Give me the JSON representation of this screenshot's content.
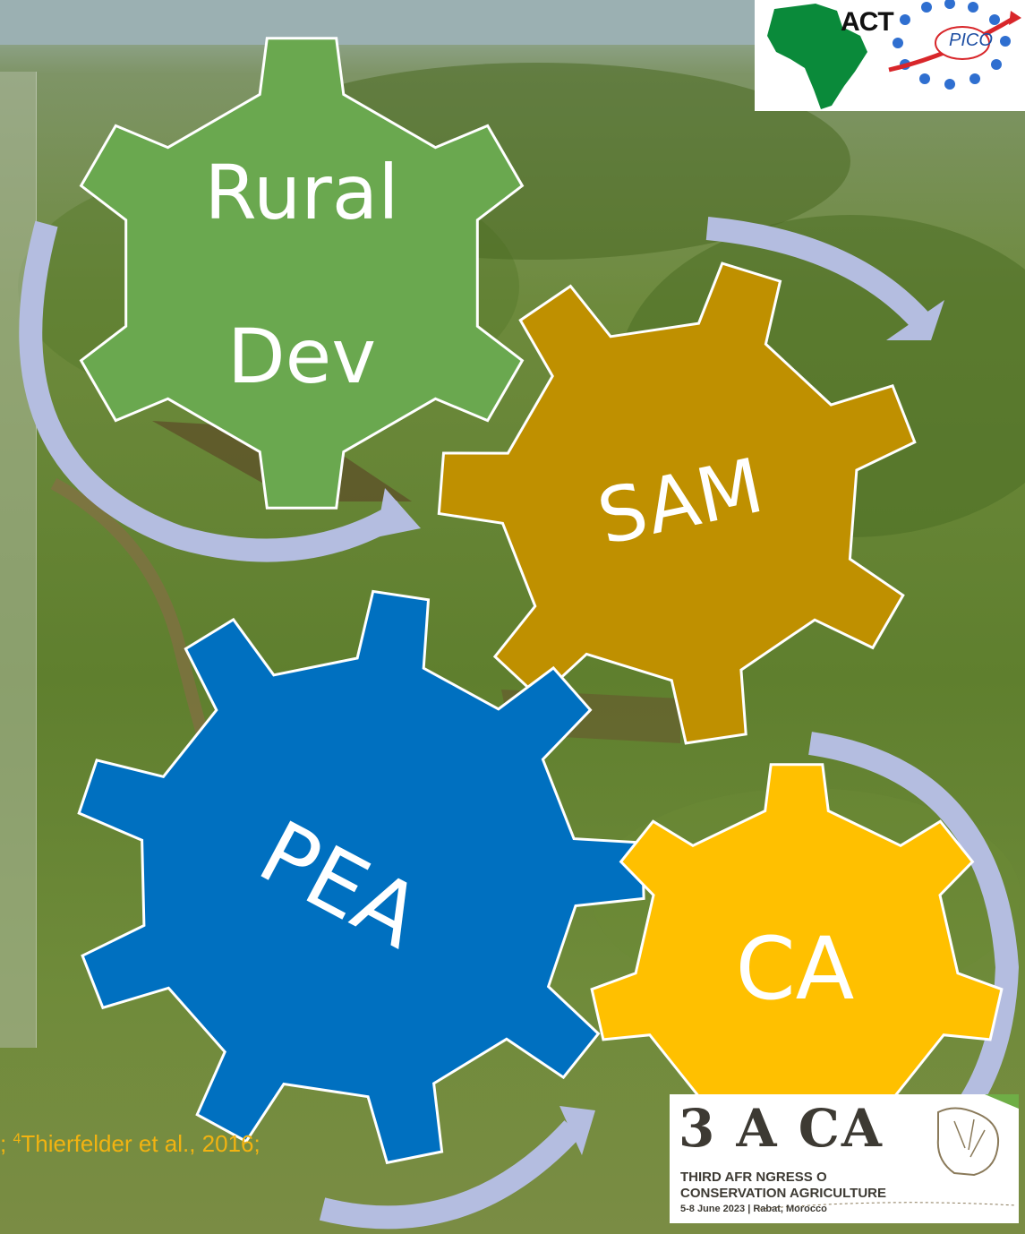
{
  "diagram": {
    "gears": [
      {
        "id": "rural-dev",
        "lines": [
          "Rural",
          "Dev"
        ],
        "color": "#6aa84f"
      },
      {
        "id": "sam",
        "lines": [
          "SAM"
        ],
        "color": "#bf9000"
      },
      {
        "id": "pea",
        "lines": [
          "PEA"
        ],
        "color": "#0070c0"
      },
      {
        "id": "ca",
        "lines": [
          "CA"
        ],
        "color": "#ffc000"
      }
    ],
    "arrow_color": "#b4bde0",
    "reference_text": {
      "prefix": "; ",
      "sup": "4",
      "body": "Thierfelder et al., 2016;",
      "color": "#f2b311"
    }
  },
  "logos": {
    "act_pico": {
      "act": "ACT",
      "pico": "PICO"
    },
    "acca": {
      "title": "3 A  CA",
      "line1": "THIRD AFR   NGRESS O",
      "line2": "CONSERVATION AGRICULTURE",
      "line3": "5-8 June 2023 | Rabat, Morocco"
    }
  }
}
